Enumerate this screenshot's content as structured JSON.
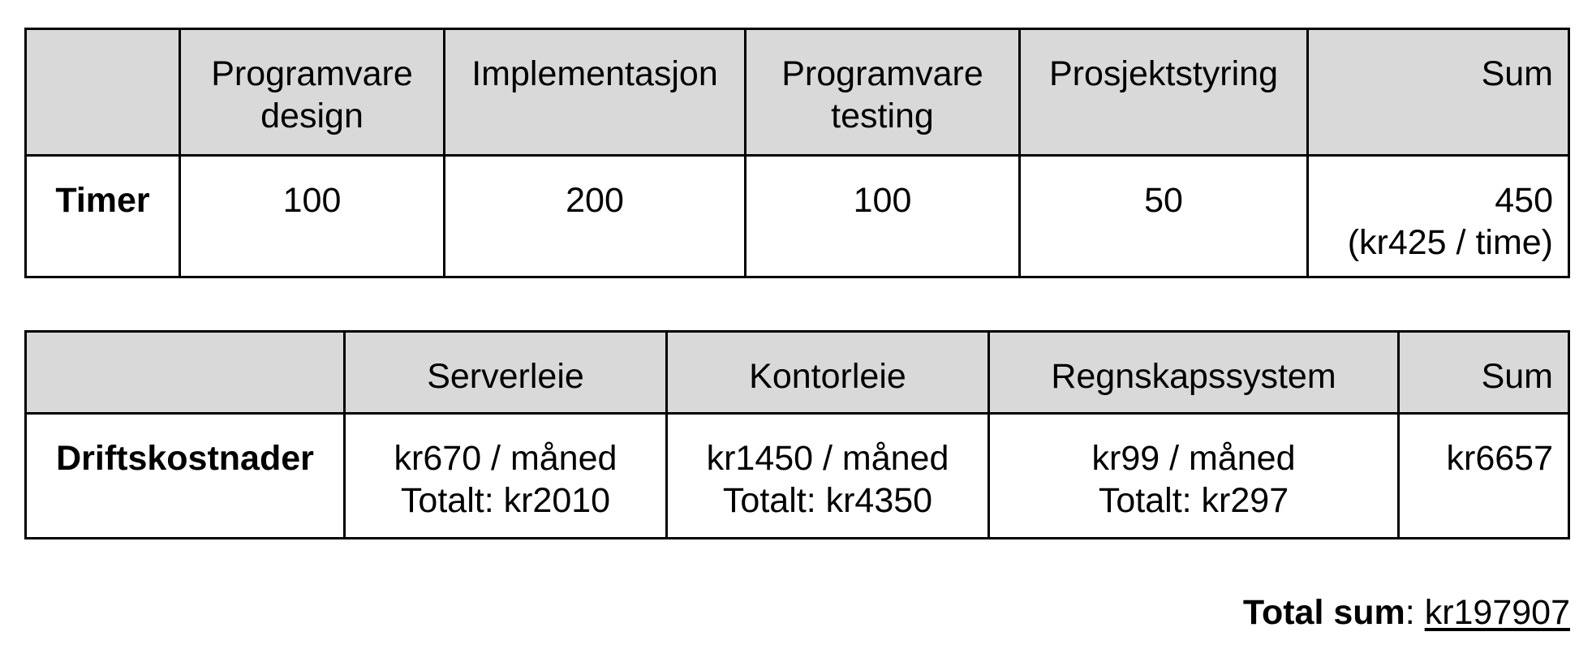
{
  "hours_table": {
    "headers": [
      "",
      "Programvare design",
      "Implementasjon",
      "Programvare testing",
      "Prosjektstyring",
      "Sum"
    ],
    "header_lines": {
      "design": [
        "Programvare",
        "design"
      ],
      "implementation": "Implementasjon",
      "testing": [
        "Programvare",
        "testing"
      ],
      "management": "Prosjektstyring",
      "sum": "Sum"
    },
    "row": {
      "label": "Timer",
      "values": [
        "100",
        "200",
        "100",
        "50"
      ],
      "sum_lines": [
        "450",
        "(kr425 / time)"
      ]
    }
  },
  "operations_table": {
    "headers": [
      "",
      "Serverleie",
      "Kontorleie",
      "Regnskapssystem",
      "Sum"
    ],
    "row": {
      "label": "Driftskostnader",
      "cells": [
        [
          "kr670 / måned",
          "Totalt: kr2010"
        ],
        [
          "kr1450 / måned",
          "Totalt: kr4350"
        ],
        [
          "kr99 / måned",
          "Totalt: kr297"
        ]
      ],
      "sum": "kr6657"
    }
  },
  "total": {
    "label": "Total sum",
    "separator": ": ",
    "amount": "kr197907"
  },
  "colors": {
    "header_background": "#d9d9d9",
    "border": "#000000",
    "text": "#000000"
  }
}
